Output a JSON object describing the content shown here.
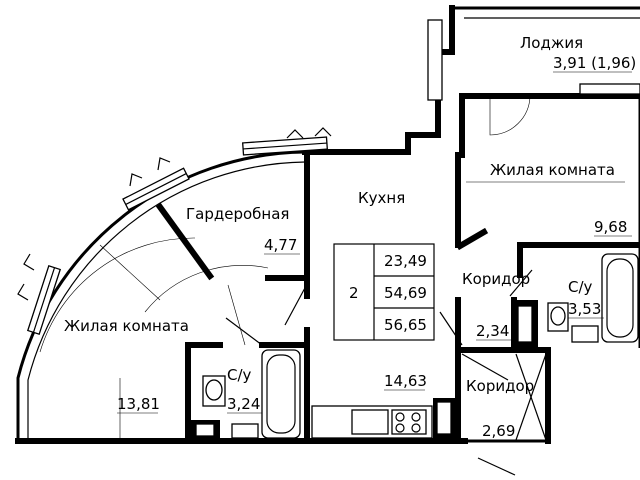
{
  "rooms": {
    "loggia": {
      "name": "Лоджия",
      "area": "3,91 (1,96)"
    },
    "living_right": {
      "name": "Жилая комната",
      "area": "9,68"
    },
    "kitchen": {
      "name": "Кухня",
      "area": "14,63"
    },
    "wardrobe": {
      "name": "Гардеробная",
      "area": "4,77"
    },
    "living_left": {
      "name": "Жилая комната",
      "area": "13,81"
    },
    "bath_left": {
      "name": "С/у",
      "area": "3,24"
    },
    "bath_right": {
      "name": "С/у",
      "area": "3,53"
    },
    "corridor_top": {
      "name": "Коридор",
      "area": "2,34"
    },
    "corridor_bottom": {
      "name": "Коридор",
      "area": "2,69"
    }
  },
  "summary": {
    "rooms_count": "2",
    "living_area": "23,49",
    "total_area": "54,69",
    "total_with_loggia": "56,65"
  }
}
